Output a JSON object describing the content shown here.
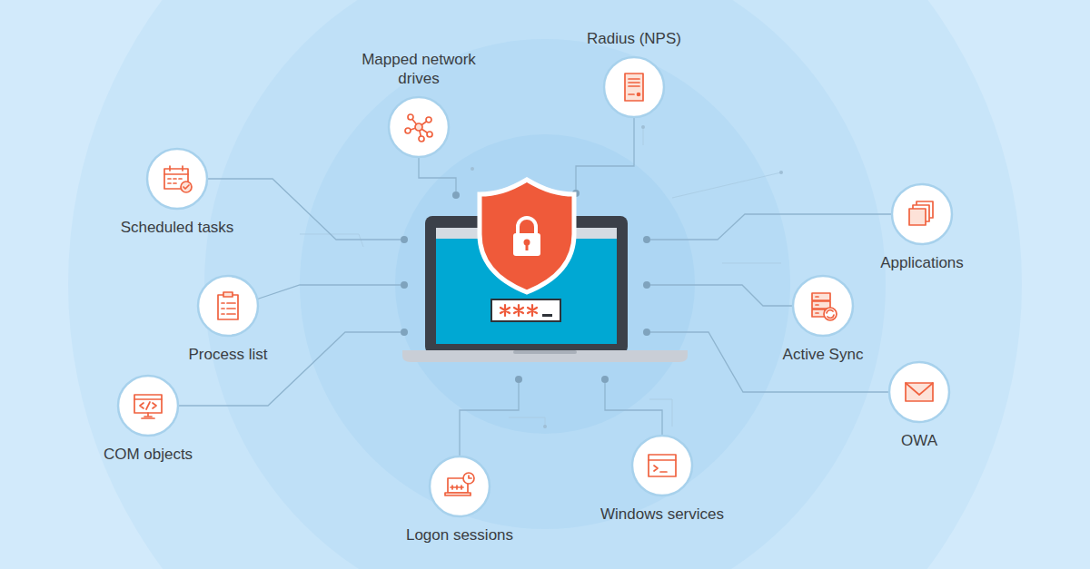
{
  "diagram": {
    "nodes": [
      {
        "text": [
          "Mapped network drives"
        ]
      },
      {
        "text": [
          "Radius (NPS)"
        ]
      },
      {
        "text": [
          "Scheduled tasks"
        ]
      },
      {
        "text": [
          "Applications"
        ]
      },
      {
        "text": [
          "Process list"
        ]
      },
      {
        "text": [
          "Active Sync"
        ]
      },
      {
        "text": [
          "COM objects"
        ]
      },
      {
        "text": [
          "OWA"
        ]
      },
      {
        "text": [
          "Windows services"
        ]
      },
      {
        "text": [
          "Logon sessions"
        ]
      }
    ]
  }
}
